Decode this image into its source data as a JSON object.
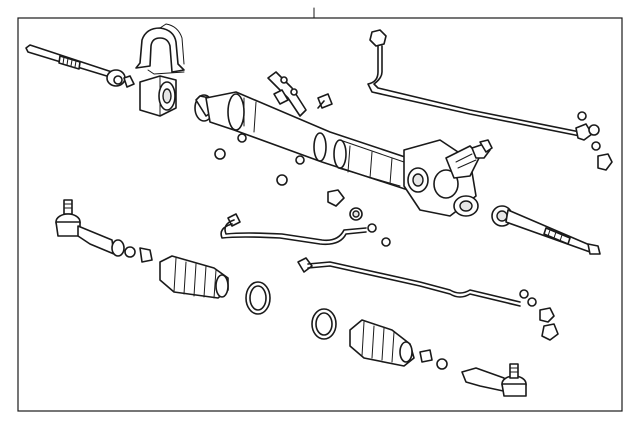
{
  "diagram": {
    "frame_color": "#1a1a1a",
    "background": "#ffffff",
    "parts": [
      "inner-tie-rod-left",
      "mounting-bracket",
      "rack-bushing",
      "heat-shield",
      "steering-gear-assembly",
      "pressure-line",
      "return-line",
      "inner-tie-rod-right",
      "outer-tie-rod-left",
      "outer-tie-rod-right",
      "boot-left",
      "boot-right",
      "boot-clamp-left",
      "boot-clamp-right",
      "jam-nut",
      "hose-fittings",
      "o-rings"
    ]
  }
}
